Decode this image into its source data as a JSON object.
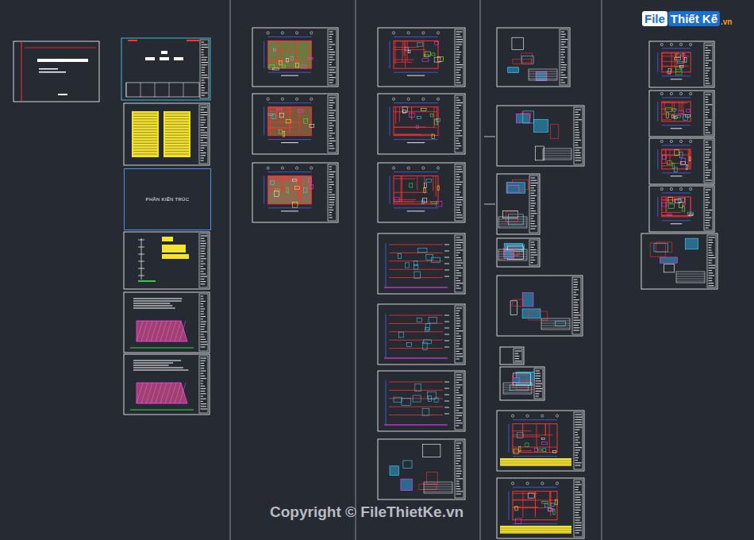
{
  "diagram": {
    "nodes": [
      {
        "text": [
          "PHẦN KIẾN TRÚC"
        ]
      }
    ],
    "labels": [
      "File",
      "Thiết Kế",
      ".vn",
      "Copyright © FileThietKe.vn"
    ]
  }
}
